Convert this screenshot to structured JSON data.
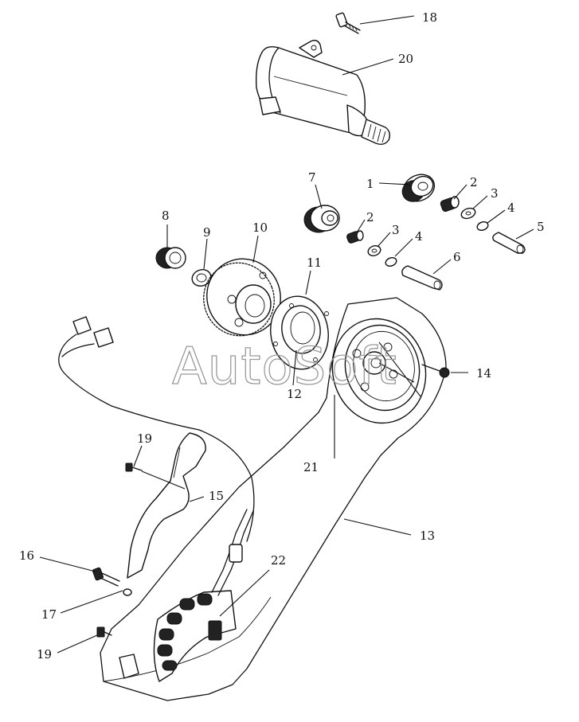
{
  "watermark": "AutoSoft",
  "callouts": [
    {
      "id": "c18",
      "text": "18"
    },
    {
      "id": "c20",
      "text": "20"
    },
    {
      "id": "c1",
      "text": "1"
    },
    {
      "id": "c2a",
      "text": "2"
    },
    {
      "id": "c3a",
      "text": "3"
    },
    {
      "id": "c4a",
      "text": "4"
    },
    {
      "id": "c5",
      "text": "5"
    },
    {
      "id": "c7",
      "text": "7"
    },
    {
      "id": "c2b",
      "text": "2"
    },
    {
      "id": "c3b",
      "text": "3"
    },
    {
      "id": "c4b",
      "text": "4"
    },
    {
      "id": "c6",
      "text": "6"
    },
    {
      "id": "c8",
      "text": "8"
    },
    {
      "id": "c9",
      "text": "9"
    },
    {
      "id": "c10",
      "text": "10"
    },
    {
      "id": "c11",
      "text": "11"
    },
    {
      "id": "c12",
      "text": "12"
    },
    {
      "id": "c14",
      "text": "14"
    },
    {
      "id": "c21",
      "text": "21"
    },
    {
      "id": "c13",
      "text": "13"
    },
    {
      "id": "c19a",
      "text": "19"
    },
    {
      "id": "c15",
      "text": "15"
    },
    {
      "id": "c16",
      "text": "16"
    },
    {
      "id": "c22",
      "text": "22"
    },
    {
      "id": "c17",
      "text": "17"
    },
    {
      "id": "c19b",
      "text": "19"
    }
  ]
}
